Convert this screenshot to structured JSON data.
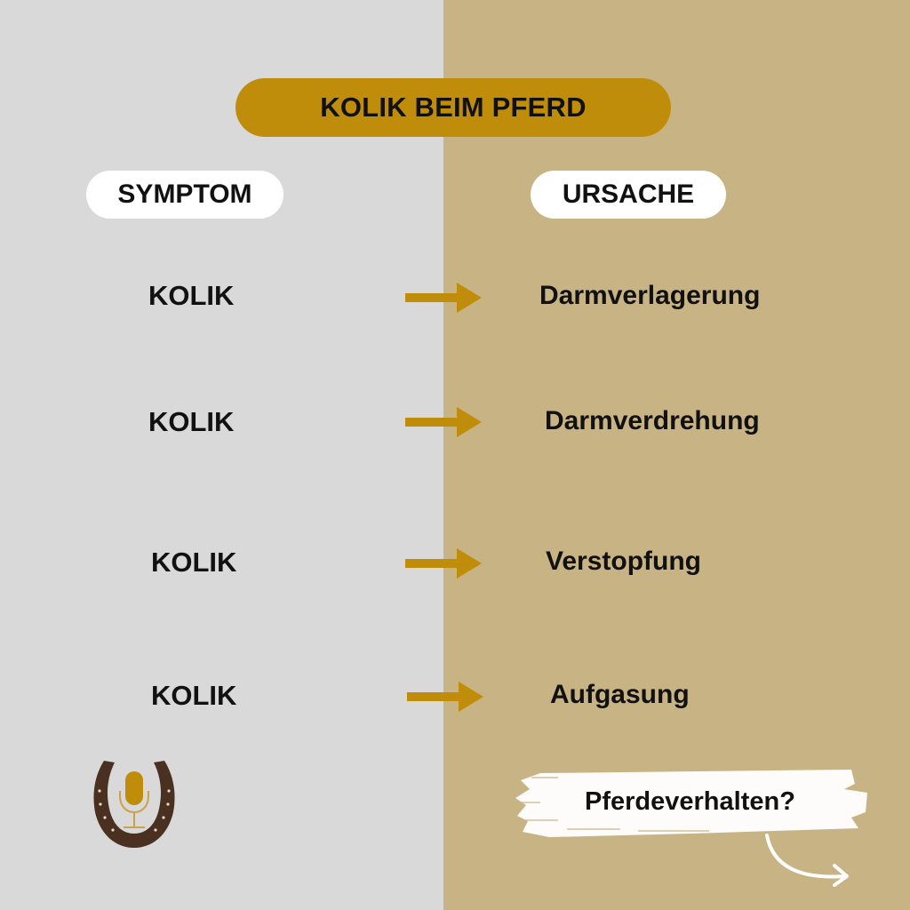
{
  "title": "KOLIK BEIM PFERD",
  "columns": {
    "left_header": "SYMPTOM",
    "right_header": "URSACHE"
  },
  "rows": [
    {
      "symptom": "KOLIK",
      "cause": "Darmverlagerung"
    },
    {
      "symptom": "KOLIK",
      "cause": "Darmverdrehung"
    },
    {
      "symptom": "KOLIK",
      "cause": "Verstopfung"
    },
    {
      "symptom": "KOLIK",
      "cause": "Aufgasung"
    }
  ],
  "footer": {
    "logo_icon": "horseshoe-microphone-icon",
    "cta_text": "Pferdeverhalten?",
    "cta_arrow_icon": "curved-arrow-icon"
  },
  "colors": {
    "left_bg": "#d9d9d9",
    "right_bg": "#c8b384",
    "accent": "#c08d0b",
    "horseshoe": "#4a3020",
    "text": "#111111"
  }
}
